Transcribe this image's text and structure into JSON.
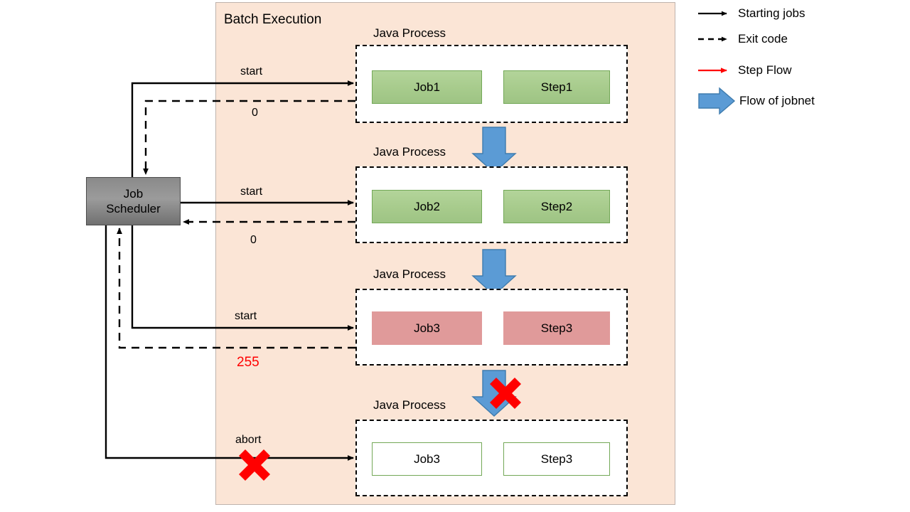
{
  "panel": {
    "title": "Batch Execution"
  },
  "scheduler": {
    "line1": "Job",
    "line2": "Scheduler"
  },
  "processes": [
    {
      "label": "Java Process",
      "job": "Job1",
      "step": "Step1",
      "state": "succeeded",
      "job_fill": "#A9CE8F",
      "step_fill": "#A9CE8F"
    },
    {
      "label": "Java Process",
      "job": "Job2",
      "step": "Step2",
      "state": "succeeded",
      "job_fill": "#A9CE8F",
      "step_fill": "#A9CE8F"
    },
    {
      "label": "Java Process",
      "job": "Job3",
      "step": "Step3",
      "state": "failed",
      "job_fill": "#E09A9A",
      "step_fill": "#E09A9A"
    },
    {
      "label": "Java Process",
      "job": "Job3",
      "step": "Step3",
      "state": "not-executed",
      "job_fill": "#FFFFFF",
      "step_fill": "#FFFFFF"
    }
  ],
  "edges": {
    "start1": "start",
    "exit1": "0",
    "start2": "start",
    "exit2": "0",
    "start3": "start",
    "exit3": "255",
    "abort": "abort"
  },
  "legend": [
    {
      "label": "Starting jobs",
      "marker": "solid-arrow-icon",
      "color": "#000000"
    },
    {
      "label": "Exit code",
      "marker": "dashed-arrow-icon",
      "color": "#000000"
    },
    {
      "label": "Step Flow",
      "marker": "red-arrow-icon",
      "color": "#ff0000"
    },
    {
      "label": "Flow of jobnet",
      "marker": "blue-block-arrow-icon",
      "color": "#5B9BD5"
    }
  ],
  "colors": {
    "panel_background": "#FBE5D6",
    "scheduler_fill": "#8A8A8A",
    "success_fill": "#A9CE8F",
    "success_border": "#73A857",
    "failure_fill": "#E09A9A",
    "jobnet_arrow": "#5B9BD5",
    "step_flow": "#FF0000",
    "error_mark": "#FF0000"
  }
}
